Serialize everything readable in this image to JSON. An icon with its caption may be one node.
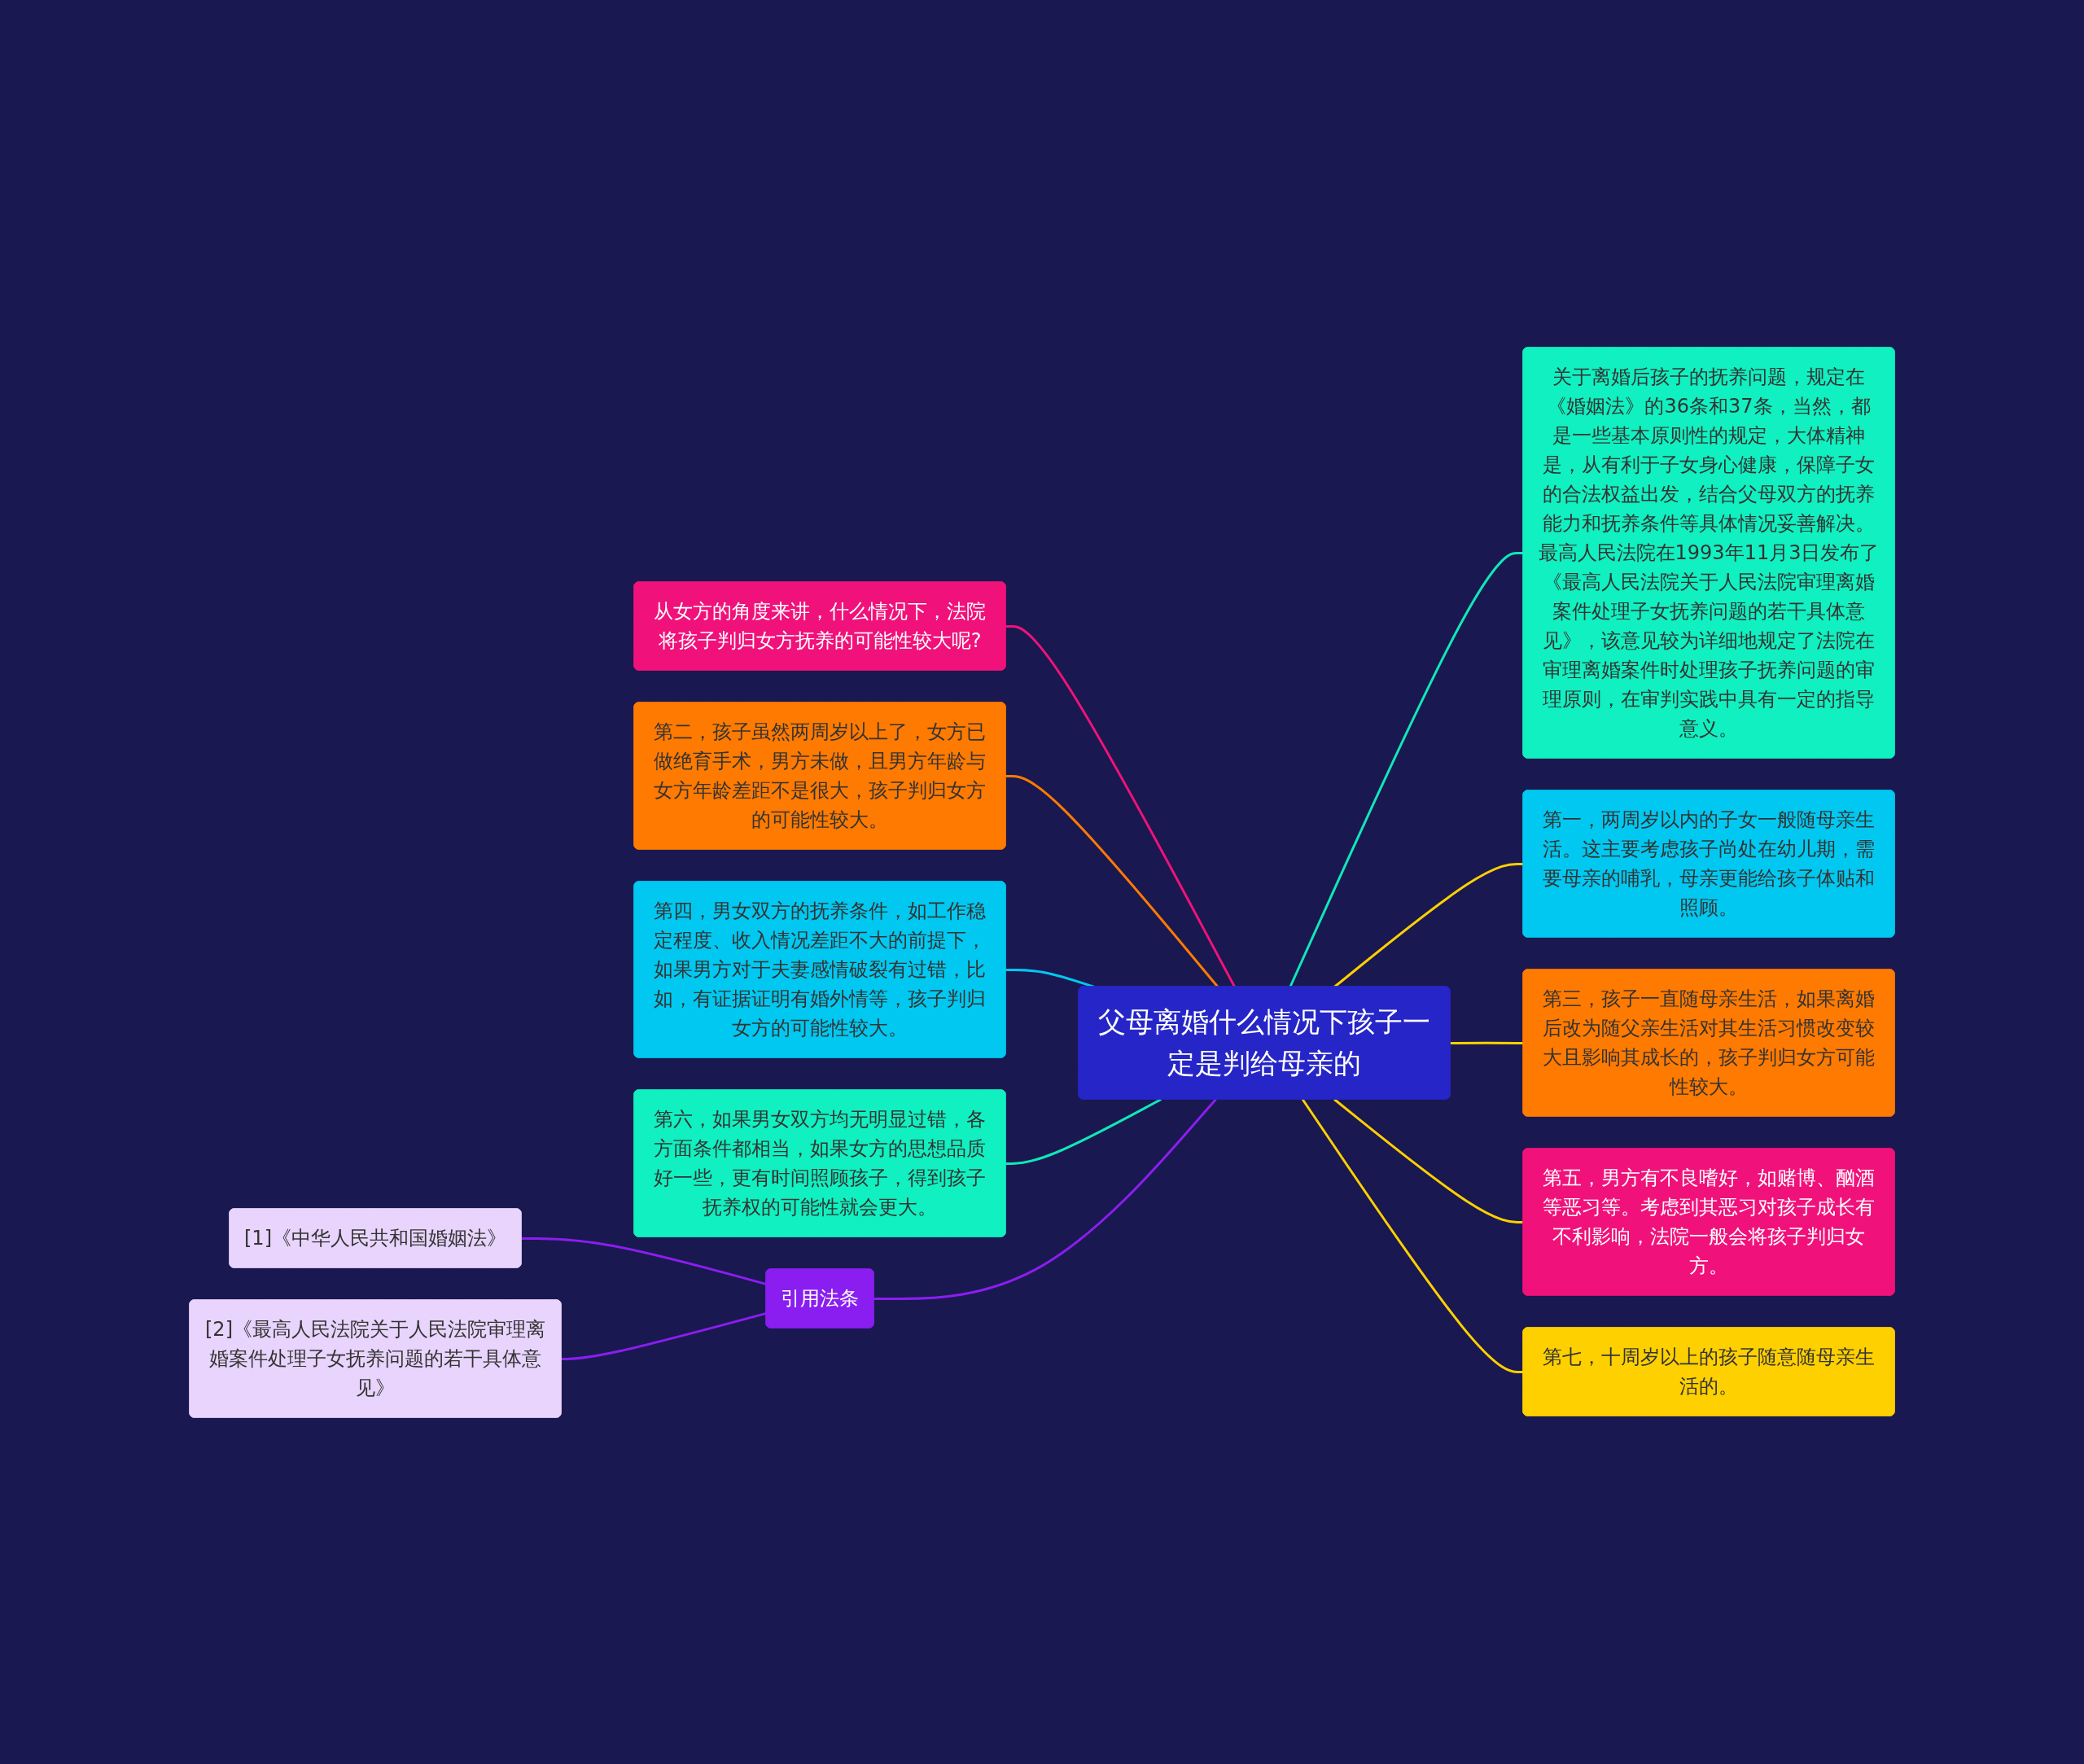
{
  "diagram": {
    "nodes": [
      {
        "text": [
          "父母离婚什么情况下孩子一定是判给母亲的"
        ]
      },
      {
        "text": [
          "从女方的角度来讲，什么情况下，法院将孩子判归女方抚养的可能性较大呢?"
        ]
      },
      {
        "text": [
          "第二，孩子虽然两周岁以上了，女方已做绝育手术，男方未做，且男方年龄与女方年龄差距不是很大，孩子判归女方的可能性较大。"
        ]
      },
      {
        "text": [
          "第四，男女双方的抚养条件，如工作稳定程度、收入情况差距不大的前提下，如果男方对于夫妻感情破裂有过错，比如，有证据证明有婚外情等，孩子判归女方的可能性较大。"
        ]
      },
      {
        "text": [
          "第六，如果男女双方均无明显过错，各方面条件都相当，如果女方的思想品质好一些，更有时间照顾孩子，得到孩子抚养权的可能性就会更大。"
        ]
      },
      {
        "text": [
          "引用法条"
        ]
      },
      {
        "text": [
          "[1]《中华人民共和国婚姻法》"
        ]
      },
      {
        "text": [
          "[2]《最高人民法院关于人民法院审理离婚案件处理子女抚养问题的若干具体意见》"
        ]
      },
      {
        "text": [
          "关于离婚后孩子的抚养问题，规定在《婚姻法》的36条和37条，当然，都是一些基本原则性的规定，大体精神是，从有利于子女身心健康，保障子女的合法权益出发，结合父母双方的抚养能力和抚养条件等具体情况妥善解决。最高人民法院在1993年11月3日发布了《最高人民法院关于人民法院审理离婚案件处理子女抚养问题的若干具体意见》，该意见较为详细地规定了法院在审理离婚案件时处理孩子抚养问题的审理原则，在审判实践中具有一定的指导意义。"
        ]
      },
      {
        "text": [
          "第一，两周岁以内的子女一般随母亲生活。这主要考虑孩子尚处在幼儿期，需要母亲的哺乳，母亲更能给孩子体贴和照顾。"
        ]
      },
      {
        "text": [
          "第三，孩子一直随母亲生活，如果离婚后改为随父亲生活对其生活习惯改变较大且影响其成长的，孩子判归女方可能性较大。"
        ]
      },
      {
        "text": [
          "第五，男方有不良嗜好，如赌博、酗酒等恶习等。考虑到其恶习对孩子成长有不利影响，法院一般会将孩子判归女方。"
        ]
      },
      {
        "text": [
          "第七，十周岁以上的孩子随意随母亲生活的。"
        ]
      }
    ],
    "edges": [
      {
        "from": 1,
        "to": 0,
        "arrow": "none",
        "color": "#f0127a"
      },
      {
        "from": 2,
        "to": 0,
        "arrow": "none",
        "color": "#ff7a00"
      },
      {
        "from": 3,
        "to": 0,
        "arrow": "none",
        "color": "#00c8f0"
      },
      {
        "from": 4,
        "to": 0,
        "arrow": "none",
        "color": "#10e8b8"
      },
      {
        "from": 5,
        "to": 0,
        "arrow": "none",
        "color": "#8a1ef0"
      },
      {
        "from": 6,
        "to": 5,
        "arrow": "none",
        "color": "#8a1ef0"
      },
      {
        "from": 7,
        "to": 5,
        "arrow": "none",
        "color": "#8a1ef0"
      },
      {
        "from": 0,
        "to": 8,
        "arrow": "none",
        "color": "#10e8b8"
      },
      {
        "from": 0,
        "to": 9,
        "arrow": "none",
        "color": "#ffd000"
      },
      {
        "from": 0,
        "to": 10,
        "arrow": "none",
        "color": "#ffd000"
      },
      {
        "from": 0,
        "to": 11,
        "arrow": "none",
        "color": "#ffd000"
      },
      {
        "from": 0,
        "to": 12,
        "arrow": "none",
        "color": "#ffd000"
      }
    ]
  }
}
